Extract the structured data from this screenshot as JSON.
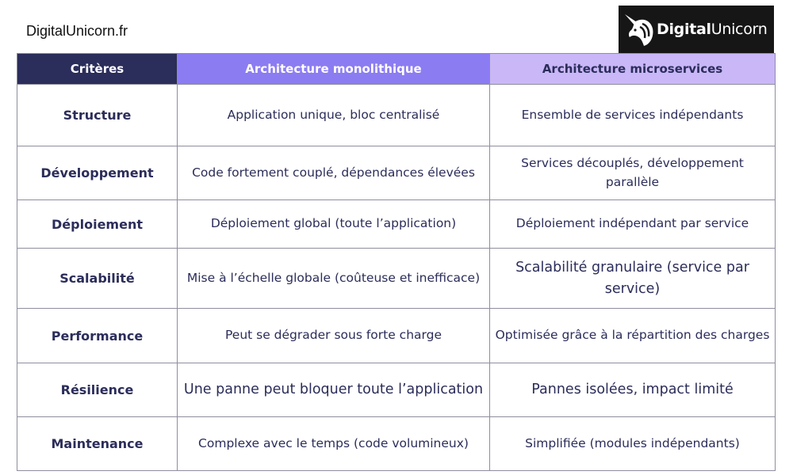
{
  "header": {
    "site_label": "DigitalUnicorn.fr",
    "logo_bold": "Digital",
    "logo_light": "Unicorn"
  },
  "table": {
    "headers": [
      "Critères",
      "Architecture monolithique",
      "Architecture microservices"
    ],
    "rows": [
      {
        "criterion": "Structure",
        "monolithic": "Application unique, bloc centralisé",
        "microservices": "Ensemble de services indépendants"
      },
      {
        "criterion": "Développement",
        "monolithic": "Code fortement couplé, dépendances élevées",
        "microservices": "Services découplés, développement parallèle"
      },
      {
        "criterion": "Déploiement",
        "monolithic": "Déploiement global (toute l’application)",
        "microservices": "Déploiement indépendant par service"
      },
      {
        "criterion": "Scalabilité",
        "monolithic": "Mise à l’échelle globale (coûteuse et inefficace)",
        "microservices": "Scalabilité granulaire (service par service)"
      },
      {
        "criterion": "Performance",
        "monolithic": "Peut se dégrader sous forte charge",
        "microservices": "Optimisée grâce à la répartition des charges"
      },
      {
        "criterion": "Résilience",
        "monolithic": "Une panne peut bloquer toute l’application",
        "microservices": "Pannes isolées, impact limité"
      },
      {
        "criterion": "Maintenance",
        "monolithic": "Complexe avec le temps (code volumineux)",
        "microservices": "Simplifiée (modules indépendants)"
      }
    ]
  },
  "colors": {
    "header_dark": "#2b2d5a",
    "header_violet": "#8b7cf2",
    "header_lavender": "#c9b7f8",
    "text": "#2b2d5a",
    "logo_bg": "#161616"
  },
  "icons": [
    "unicorn-logo-icon"
  ]
}
